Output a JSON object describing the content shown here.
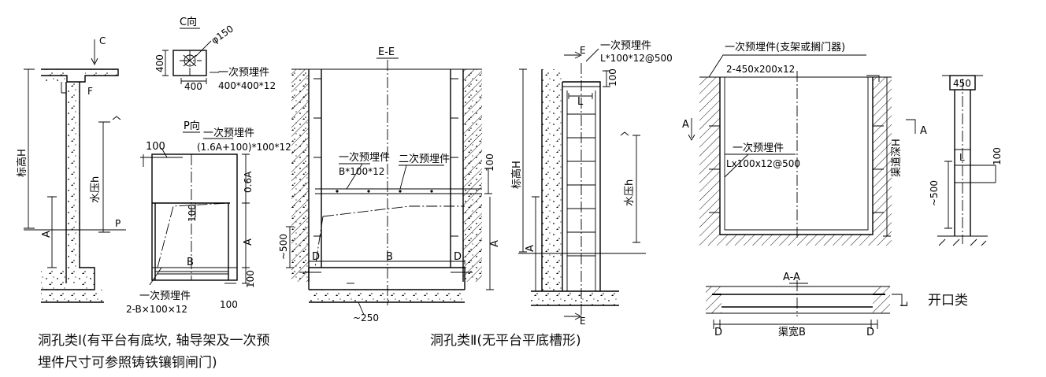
{
  "fig1": {
    "c_mark": "C",
    "f_label": "F",
    "h_label": "标高H",
    "shuiya": "水压h",
    "a_label": "A",
    "p_mark": "P"
  },
  "cview": {
    "title": "C向",
    "phi": "φ150",
    "dim_400_v": "400",
    "dim_400_h": "400",
    "note1": "一次预埋件",
    "note2": "400*400*12"
  },
  "pview": {
    "title": "P向",
    "dim100": "100",
    "note1": "一次预埋件",
    "note2": "(1.6A+100)*100*12",
    "dim06a": "0.6A",
    "dim100_diag": "100",
    "b": "B",
    "a": "A",
    "dim100_r": "100",
    "dim100_b": "100",
    "note3": "一次预埋件",
    "note4": "2-B×100×12"
  },
  "ee": {
    "title": "E-E",
    "note1": "一次预埋件",
    "note2": "B*100*12",
    "note3": "二次预埋件",
    "dim100": "100",
    "dim500": "~500",
    "d1": "D",
    "b": "B",
    "d2": "D",
    "a": "A",
    "dim250": "~250"
  },
  "side2": {
    "e_top": "E",
    "note1": "一次预埋件",
    "note2": "L*100*12@500",
    "dim100": "100",
    "l": "L",
    "h_label": "标高H",
    "a": "A",
    "shuiya": "水压h",
    "e_bot": "E"
  },
  "open": {
    "note1": "一次预埋件(支架或搁门器)",
    "note2": "2-450x200x12",
    "a_left": "A",
    "a_right": "A",
    "note3": "一次预埋件",
    "note4": "Lx100x12@500",
    "depth": "渠道深H",
    "dim450": "450",
    "dim100": "100",
    "dim500": "~500",
    "l": "L",
    "aa": "A-A",
    "l2": "L",
    "d1": "D",
    "width": "渠宽B",
    "d2": "D"
  },
  "captions": {
    "c1_line1": "洞孔类Ⅰ(有平台有底坎, 轴导架及一次预",
    "c1_line2": "埋件尺寸可参照铸铁镶铜闸门)",
    "c2": "洞孔类Ⅱ(无平台平底槽形)",
    "c3": "开口类"
  }
}
